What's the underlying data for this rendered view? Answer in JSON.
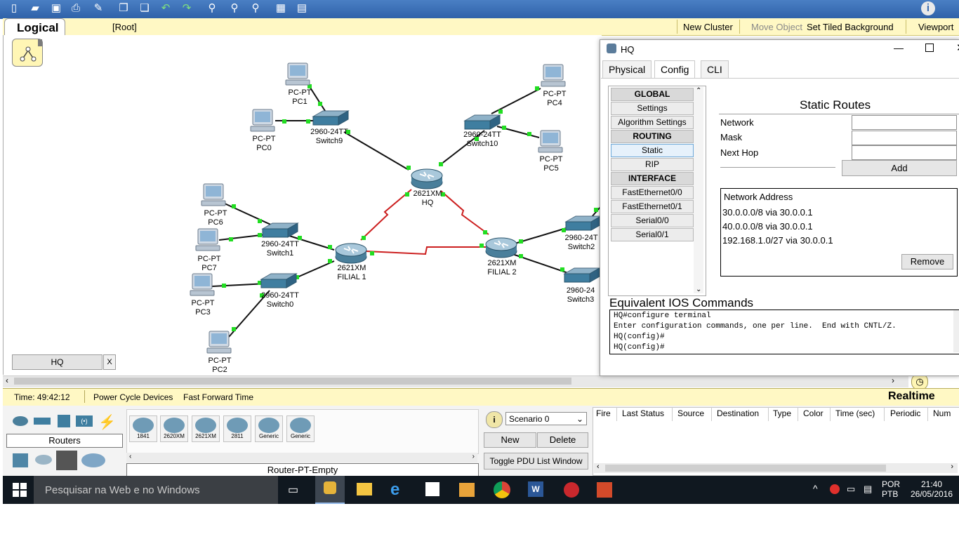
{
  "toolbar": {
    "icons": [
      "new-icon",
      "open-icon",
      "save-icon",
      "print-icon",
      "activity-wizard-icon",
      "copy-icon",
      "paste-icon",
      "undo-icon",
      "redo-icon",
      "zoom-in-icon",
      "zoom-reset-icon",
      "zoom-out-icon",
      "palette-icon",
      "custom-device-icon",
      "help-icon"
    ]
  },
  "workspace_bar": {
    "logical": "Logical",
    "root": "[Root]",
    "new_cluster": "New Cluster",
    "move_object": "Move Object",
    "set_tiled_background": "Set Tiled Background",
    "viewport": "Viewport"
  },
  "topology": {
    "devices": [
      {
        "type": "PC-PT",
        "name": "PC1"
      },
      {
        "type": "PC-PT",
        "name": "PC0"
      },
      {
        "type": "PC-PT",
        "name": "PC4"
      },
      {
        "type": "PC-PT",
        "name": "PC5"
      },
      {
        "type": "PC-PT",
        "name": "PC6"
      },
      {
        "type": "PC-PT",
        "name": "PC7"
      },
      {
        "type": "PC-PT",
        "name": "PC3"
      },
      {
        "type": "PC-PT",
        "name": "PC2"
      },
      {
        "type": "2960-24TT",
        "name": "Switch9"
      },
      {
        "type": "2960-24TT",
        "name": "Switch10"
      },
      {
        "type": "2960-24TT",
        "name": "Switch1"
      },
      {
        "type": "2960-24TT",
        "name": "Switch0"
      },
      {
        "type": "2960-24T",
        "name": "Switch2"
      },
      {
        "type": "2960-24",
        "name": "Switch3"
      },
      {
        "type": "2621XM",
        "name": "HQ"
      },
      {
        "type": "2621XM",
        "name": "FILIAL 1"
      },
      {
        "type": "2621XM",
        "name": "FILIAL 2"
      }
    ],
    "link_colors": {
      "ethernet": "#111111",
      "serial": "#cc1f1f",
      "port": "#22dd22"
    }
  },
  "open_window_tab": {
    "label": "HQ",
    "close": "X"
  },
  "time_bar": {
    "time": "Time: 49:42:12",
    "power_cycle": "Power Cycle Devices",
    "fast_forward": "Fast Forward Time",
    "realtime": "Realtime"
  },
  "device_panel": {
    "category_label": "Routers",
    "routers": [
      "1841",
      "2620XM",
      "2621XM",
      "2811",
      "Generic",
      "Generic"
    ],
    "selected_model": "Router-PT-Empty"
  },
  "scenario": {
    "selected": "Scenario 0",
    "new": "New",
    "delete": "Delete",
    "toggle": "Toggle PDU List Window"
  },
  "pdu_columns": [
    "Fire",
    "Last Status",
    "Source",
    "Destination",
    "Type",
    "Color",
    "Time (sec)",
    "Periodic",
    "Num"
  ],
  "hq_window": {
    "title": "HQ",
    "tabs": [
      "Physical",
      "Config",
      "CLI"
    ],
    "active_tab": "Config",
    "nav": [
      {
        "label": "GLOBAL",
        "header": true
      },
      {
        "label": "Settings"
      },
      {
        "label": "Algorithm Settings"
      },
      {
        "label": "ROUTING",
        "header": true
      },
      {
        "label": "Static",
        "selected": true
      },
      {
        "label": "RIP"
      },
      {
        "label": "INTERFACE",
        "header": true
      },
      {
        "label": "FastEthernet0/0"
      },
      {
        "label": "FastEthernet0/1"
      },
      {
        "label": "Serial0/0"
      },
      {
        "label": "Serial0/1"
      }
    ],
    "static_routes": {
      "heading": "Static Routes",
      "network_label": "Network",
      "mask_label": "Mask",
      "next_hop_label": "Next Hop",
      "network_value": "",
      "mask_value": "",
      "next_hop_value": "",
      "add": "Add",
      "list_header": "Network Address",
      "routes": [
        "30.0.0.0/8 via 30.0.0.1",
        "40.0.0.0/8 via 30.0.0.1",
        "192.168.1.0/27 via 30.0.0.1"
      ],
      "remove": "Remove"
    },
    "ios": {
      "heading": "Equivalent IOS Commands",
      "lines": [
        "HQ#configure terminal",
        "Enter configuration commands, one per line.  End with CNTL/Z.",
        "HQ(config)#",
        "HQ(config)#"
      ]
    }
  },
  "taskbar": {
    "search_placeholder": "Pesquisar na Web e no Windows",
    "language_1": "POR",
    "language_2": "PTB",
    "time": "21:40",
    "date": "26/05/2016"
  }
}
